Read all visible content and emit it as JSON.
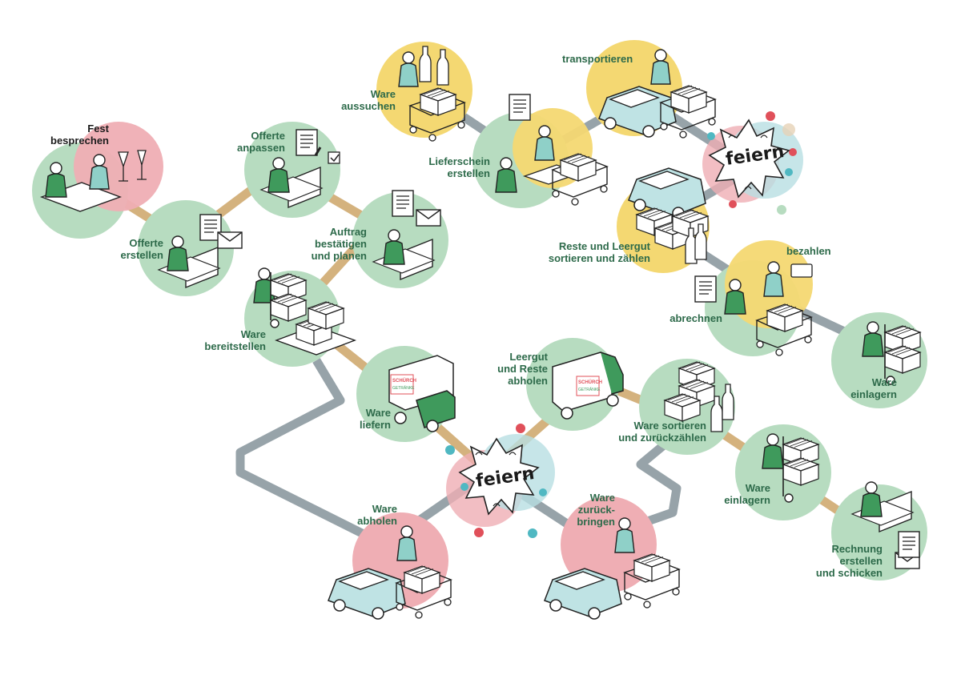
{
  "colors": {
    "green_bg": "#b7dcc0",
    "pink_bg": "#efaeb4",
    "yellow_bg": "#f4d872",
    "teal_bg": "#b8dfe2",
    "label_green": "#2d6a4a",
    "label_dark": "#1d1d1d",
    "path_tan": "#d4b27e",
    "path_grey": "#97a3a9",
    "figure_green": "#3f9a5c",
    "figure_teal": "#8fd0c8",
    "dot_red": "#e0505a",
    "dot_teal": "#4fb8c2"
  },
  "icons": [
    "meeting-icon",
    "champagne-glasses-icon",
    "computer-workstation-icon",
    "letter-envelope-icon",
    "document-icon",
    "checkbox-icon",
    "handtruck-crates-icon",
    "pallet-icon",
    "delivery-truck-icon",
    "car-icon",
    "shopping-cart-icon",
    "bottles-icon",
    "crate-icon",
    "party-starburst-icon",
    "card-icon"
  ],
  "steps": [
    {
      "id": "fest",
      "lines": [
        "Fest",
        "besprechen"
      ]
    },
    {
      "id": "offerte-erstellen",
      "lines": [
        "Offerte",
        "erstellen"
      ]
    },
    {
      "id": "offerte-anpassen",
      "lines": [
        "Offerte",
        "anpassen"
      ]
    },
    {
      "id": "auftrag",
      "lines": [
        "Auftrag",
        "bestätigen",
        "und planen"
      ]
    },
    {
      "id": "ware-bereitstellen",
      "lines": [
        "Ware",
        "bereitstellen"
      ]
    },
    {
      "id": "ware-liefern",
      "lines": [
        "Ware",
        "liefern"
      ]
    },
    {
      "id": "ware-abholen",
      "lines": [
        "Ware",
        "abholen"
      ]
    },
    {
      "id": "feiern-1",
      "lines": [
        "feiern"
      ]
    },
    {
      "id": "leergut-abholen",
      "lines": [
        "Leergut",
        "und Reste",
        "abholen"
      ]
    },
    {
      "id": "ware-zurueckbringen",
      "lines": [
        "Ware",
        "zurück-",
        "bringen"
      ]
    },
    {
      "id": "ware-sortieren",
      "lines": [
        "Ware sortieren",
        "und zurückzählen"
      ]
    },
    {
      "id": "ware-einlagern-1",
      "lines": [
        "Ware",
        "einlagern"
      ]
    },
    {
      "id": "rechnung",
      "lines": [
        "Rechnung",
        "erstellen",
        "und schicken"
      ]
    },
    {
      "id": "ware-aussuchen",
      "lines": [
        "Ware",
        "aussuchen"
      ]
    },
    {
      "id": "lieferschein",
      "lines": [
        "Lieferschein",
        "erstellen"
      ]
    },
    {
      "id": "transportieren",
      "lines": [
        "transportieren"
      ]
    },
    {
      "id": "feiern-2",
      "lines": [
        "feiern"
      ]
    },
    {
      "id": "reste-leergut",
      "lines": [
        "Reste und Leergut",
        "sortieren und zählen"
      ]
    },
    {
      "id": "bezahlen",
      "lines": [
        "bezahlen"
      ]
    },
    {
      "id": "abrechnen",
      "lines": [
        "abrechnen"
      ]
    },
    {
      "id": "ware-einlagern-2",
      "lines": [
        "Ware",
        "einlagern"
      ]
    }
  ],
  "truck_logo": {
    "line1": "SCHÜRCH",
    "line2": "GETRÄNKE"
  }
}
